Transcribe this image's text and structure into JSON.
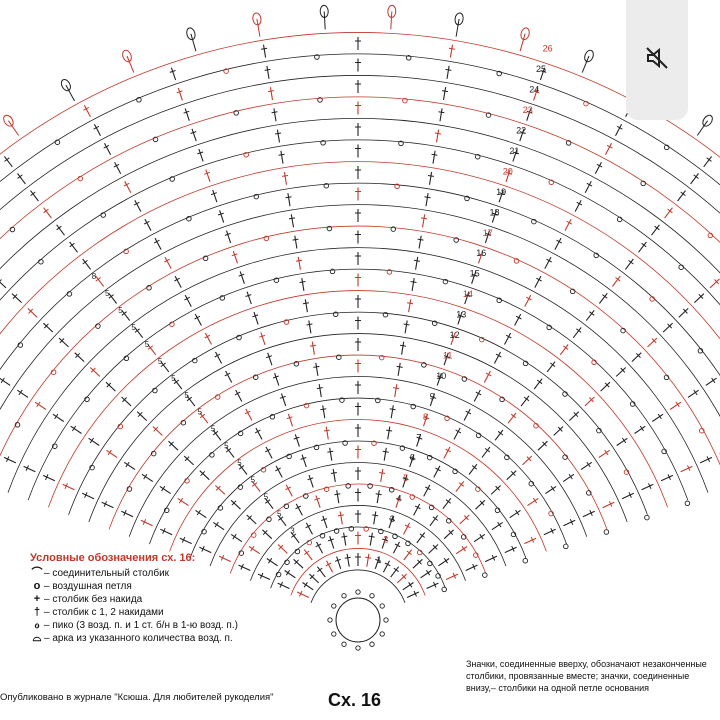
{
  "legend": {
    "title": "Условные обозначения сх. 16:",
    "items": [
      {
        "symbol": "⌒",
        "text": "– соединительный столбик"
      },
      {
        "symbol": "o",
        "text": "– воздушная петля"
      },
      {
        "symbol": "+",
        "text": "– столбик без накида"
      },
      {
        "symbol": "†",
        "text": "– столбик с 1, 2 накидами"
      },
      {
        "symbol": "ℴ",
        "text": "– пико (3 возд. п. и 1 ст. б/н в 1-ю возд. п.)"
      },
      {
        "symbol": "⌓",
        "text": "– арка из указанного количества возд. п."
      }
    ]
  },
  "note": "Значки, соединенные вверху, обозначают незаконченные столбики, провязанные вместе; значки, соединенные внизу,– столбики на одной петле основания",
  "footer": "Опубликовано в журнале \"Ксюша. Для любителей рукоделия\"",
  "scheme_label": "Сх. 16",
  "row_numbers": [
    "1",
    "2",
    "3",
    "4",
    "5",
    "6",
    "7",
    "8",
    "9",
    "10",
    "11",
    "12",
    "13",
    "14",
    "15",
    "16",
    "17",
    "18",
    "19",
    "20",
    "21",
    "22",
    "23",
    "24",
    "25",
    "26"
  ],
  "arch_counts": [
    "3",
    "5",
    "5",
    "5",
    "5",
    "5",
    "5",
    "5",
    "5",
    "5",
    "5",
    "5",
    "5",
    "5",
    "5",
    "8"
  ],
  "colors": {
    "black": "#222222",
    "red": "#c0392b",
    "grey": "#ececec"
  },
  "icons": {
    "mute": "speaker-muted-icon"
  }
}
